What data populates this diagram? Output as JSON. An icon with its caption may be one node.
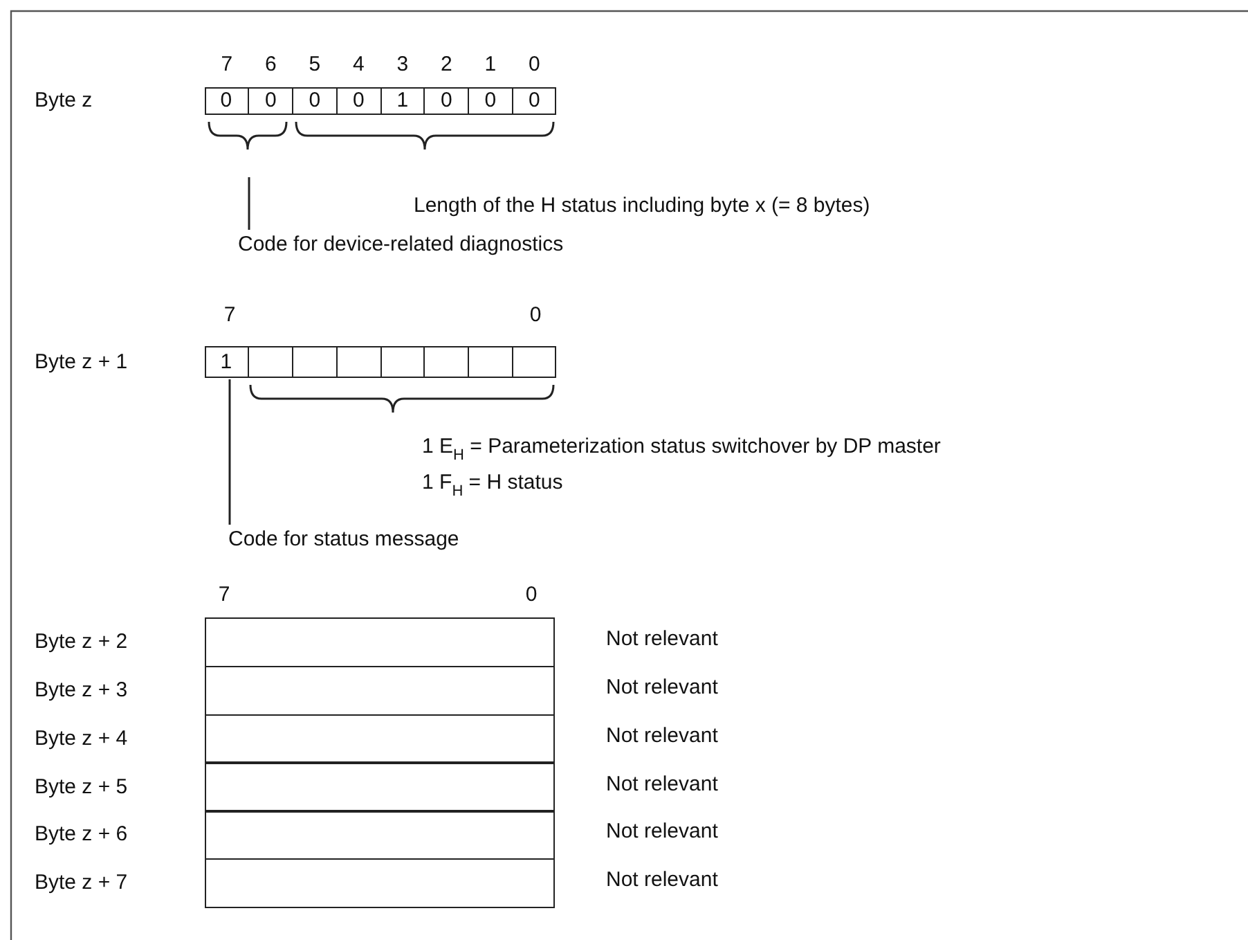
{
  "diagram": {
    "nodes": [
      {
        "text": [],
        "shape": "box"
      },
      {
        "text": [
          "0"
        ],
        "in": 0
      },
      {
        "text": [
          "0"
        ],
        "in": 0
      },
      {
        "text": [
          "0"
        ],
        "in": 0
      },
      {
        "text": [
          "0"
        ],
        "in": 0
      },
      {
        "text": [
          "1"
        ],
        "in": 0
      },
      {
        "text": [
          "0"
        ],
        "in": 0
      },
      {
        "text": [
          "0"
        ],
        "in": 0
      },
      {
        "text": [
          "0"
        ],
        "in": 0
      },
      {
        "text": [
          "Code for device-related diagnostics"
        ]
      },
      {
        "text": [],
        "shape": "box",
        "beside": [
          "Byte z + 1"
        ]
      },
      {
        "text": [
          "1"
        ],
        "in": 10
      },
      {
        "text": [],
        "shape": "box",
        "in": 10
      },
      {
        "text": [],
        "shape": "box",
        "in": 10
      },
      {
        "text": [],
        "shape": "box",
        "in": 10
      },
      {
        "text": [],
        "shape": "box",
        "in": 10
      },
      {
        "text": [],
        "shape": "box",
        "in": 10
      },
      {
        "text": [],
        "shape": "box",
        "in": 10
      },
      {
        "text": [],
        "shape": "box",
        "in": 10
      },
      {
        "text": [
          "Code for status message"
        ]
      },
      {
        "text": [],
        "shape": "box",
        "beside": [
          "Byte z + 2",
          "Not relevant"
        ]
      },
      {
        "text": [],
        "shape": "box",
        "beside": [
          "Byte z + 3",
          "Not relevant"
        ]
      },
      {
        "text": [],
        "shape": "box",
        "beside": [
          "Byte z + 4",
          "Not relevant"
        ]
      },
      {
        "text": [],
        "shape": "box",
        "beside": [
          "Byte z + 5",
          "Not relevant"
        ]
      },
      {
        "text": [],
        "shape": "box",
        "beside": [
          "Byte z + 6",
          "Not relevant"
        ]
      },
      {
        "text": [],
        "shape": "box",
        "beside": [
          "Byte z + 7",
          "Not relevant"
        ]
      }
    ],
    "edges": [
      {
        "from": 9,
        "to": null,
        "arrow": "none"
      },
      {
        "from": 19,
        "to": 11,
        "arrow": "none"
      }
    ],
    "labels": [
      "Byte z",
      "7",
      "6",
      "5",
      "4",
      "3",
      "2",
      "1",
      "0",
      "Length of the H status including byte x (= 8 bytes)",
      "7",
      "0",
      "1 E$_{H}$ = Parameterization status switchover by DP master",
      "1 F$_{H}$ = H status",
      "7",
      "0"
    ]
  }
}
